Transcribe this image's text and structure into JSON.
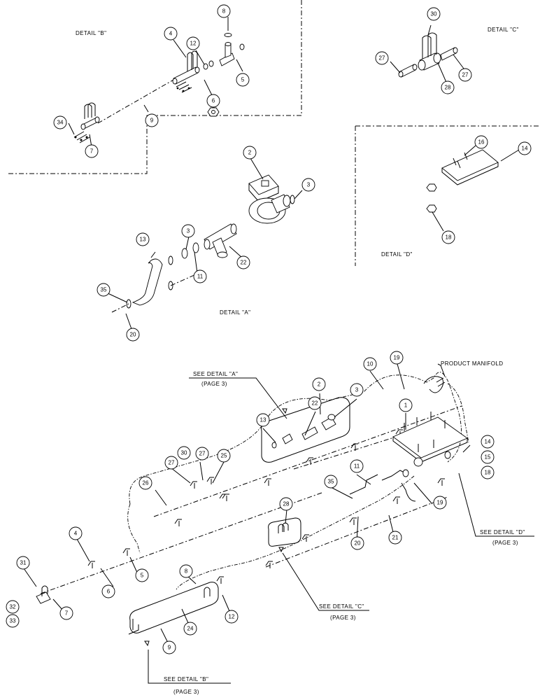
{
  "details": {
    "b": "DETAIL \"B\"",
    "c": "DETAIL \"C\"",
    "d": "DETAIL \"D\"",
    "a": "DETAIL \"A\""
  },
  "callouts": {
    "see_a": "SEE DETAIL \"A\"",
    "see_a_page": "(PAGE 3)",
    "see_b": "SEE DETAIL \"B\"",
    "see_b_page": "(PAGE 3)",
    "see_c": "SEE DETAIL \"C\"",
    "see_c_page": "(PAGE 3)",
    "see_d": "SEE DETAIL \"D\"",
    "see_d_page": "(PAGE 3)",
    "product_manifold": "PRODUCT MANIFOLD"
  },
  "balloons": {
    "b8": "8",
    "b4": "4",
    "b12": "12",
    "b5": "5",
    "b6": "6",
    "b9": "9",
    "b34": "34",
    "b7": "7",
    "c30": "30",
    "c27a": "27",
    "c27b": "27",
    "c28": "28",
    "d16": "16",
    "d14": "14",
    "d18": "18",
    "a2": "2",
    "a3a": "3",
    "a3b": "3",
    "a13": "13",
    "a22": "22",
    "a11": "11",
    "a35": "35",
    "a20": "20",
    "m10": "10",
    "m19a": "19",
    "m2": "2",
    "m3": "3",
    "m22": "22",
    "m13": "13",
    "m1": "1",
    "m14": "14",
    "m15": "15",
    "m18": "18",
    "m11": "11",
    "m19b": "19",
    "m35": "35",
    "m20": "20",
    "m21": "21",
    "m30": "30",
    "m27a": "27",
    "m27b": "27",
    "m25": "25",
    "m26": "26",
    "m28": "28",
    "m4": "4",
    "m5": "5",
    "m6": "6",
    "m31": "31",
    "m32": "32",
    "m33": "33",
    "m7": "7",
    "m8": "8",
    "m12": "12",
    "m24": "24",
    "m9": "9"
  }
}
